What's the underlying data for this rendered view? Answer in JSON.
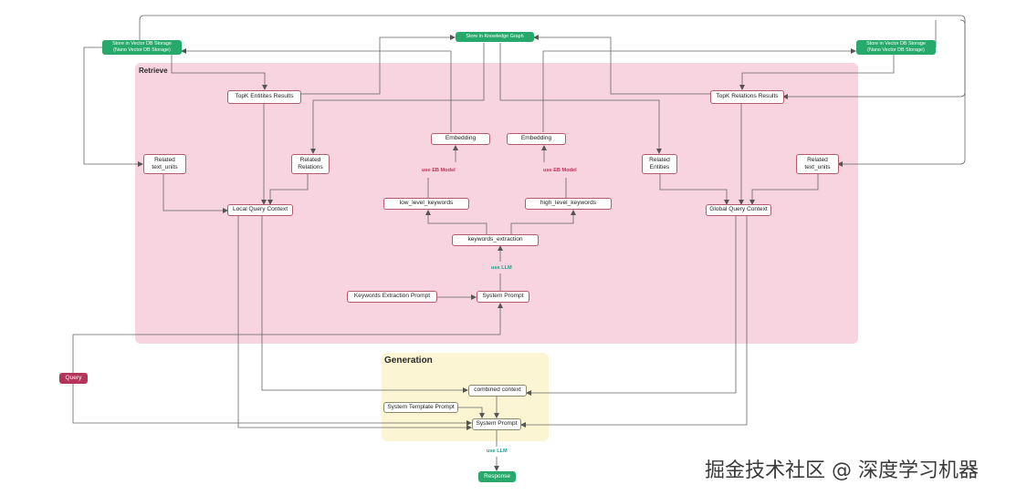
{
  "regions": {
    "retrieve": "Retrieve",
    "generation": "Generation"
  },
  "colors": {
    "retrieve_bg": "#f7d4df",
    "generation_bg": "#fbf5d3",
    "store_green": "#27a96c",
    "query_red": "#b5345a",
    "node_border": "#b25a6e"
  },
  "nodes": {
    "vdb_left": "Store in Vector DB Storage\n(Nano Vector DB Storage)",
    "kg": "Store in Knowledge Graph",
    "vdb_right": "Store in Vector DB Storage\n(Nano Vector DB Storage)",
    "topk_entities": "TopK Entitites Results",
    "topk_relations": "TopK Relations Results",
    "embedding_left": "Embedding",
    "embedding_right": "Embedding",
    "related_text_left": "Related\ntext_units",
    "related_relations": "Related\nRelations",
    "related_entities": "Related\nEntities",
    "related_text_right": "Related\ntext_units",
    "low_keywords": "low_level_keywords",
    "high_keywords": "high_level_keywords",
    "local_ctx": "Local Query Context",
    "global_ctx": "Global Query Context",
    "kw_extraction": "keywords_extraction",
    "kw_prompt": "Keywords Extraction Prompt",
    "sys_prompt_retrieve": "System Prompt",
    "query": "Query",
    "combined": "combined context",
    "sys_template": "System Template Prompt",
    "sys_prompt_gen": "System Prompt",
    "response": "Response"
  },
  "edge_labels": {
    "use_eb_left": "use  EB Model",
    "use_eb_right": "use  EB Model",
    "use_llm_retrieve": "use LLM",
    "use_llm_gen": "use LLM"
  },
  "watermark": "掘金技术社区 @ 深度学习机器"
}
